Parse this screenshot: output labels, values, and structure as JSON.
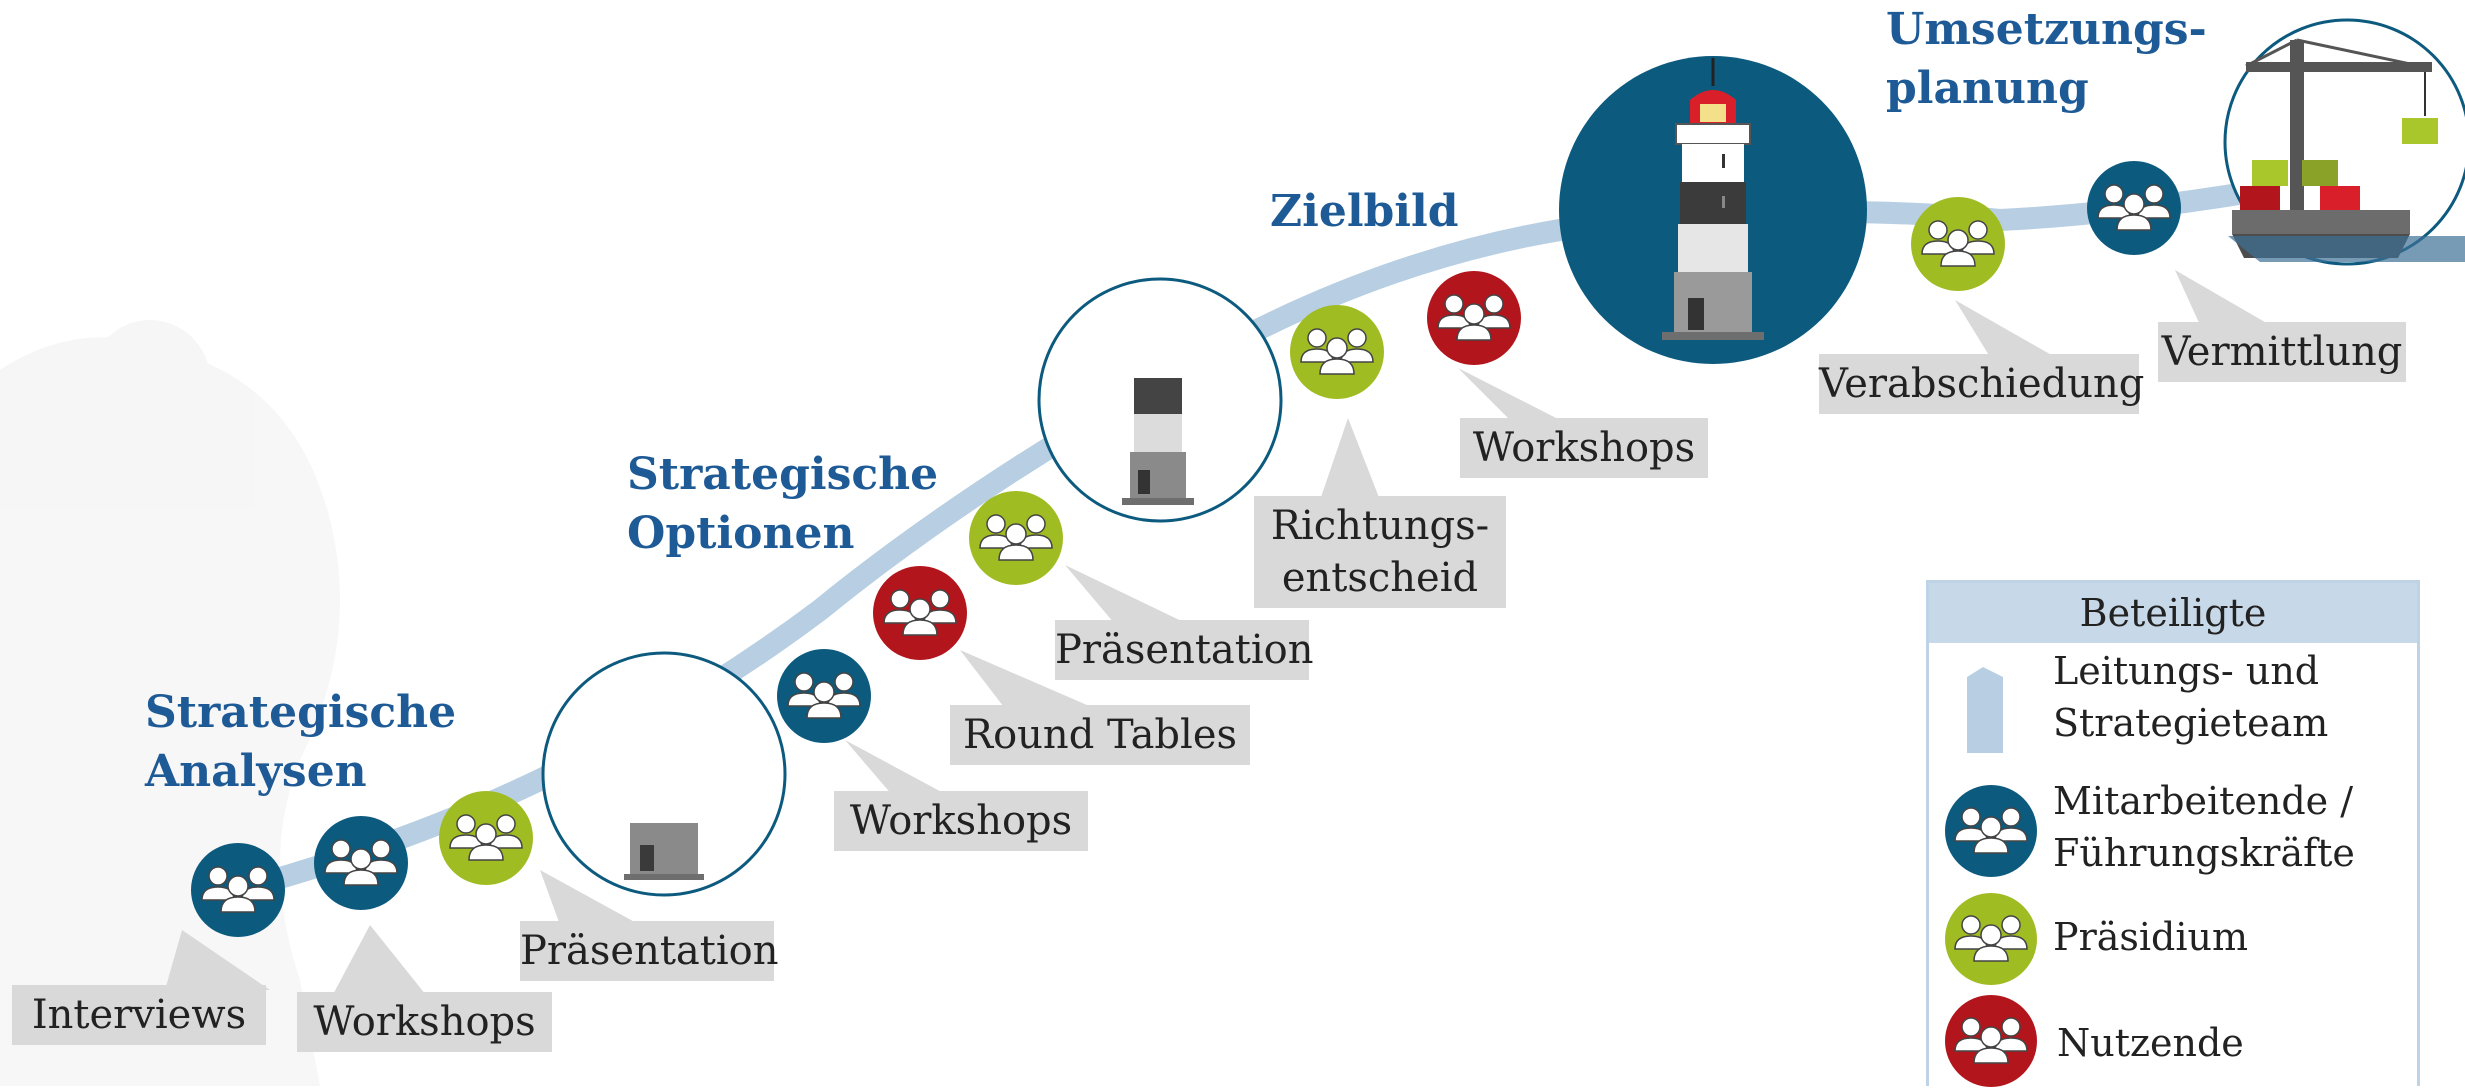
{
  "colors": {
    "path": "#b8cfe3",
    "mitarbeitende": "#0d5a7f",
    "praesidium": "#9fbd23",
    "nutzende": "#b2161c",
    "title": "#1e5a96",
    "callout": "#d9d9d9",
    "milestone_ring": "#0d5a7f"
  },
  "phases": [
    {
      "id": "analysen",
      "title": "Strategische\nAnalysen"
    },
    {
      "id": "optionen",
      "title": "Strategische\nOptionen"
    },
    {
      "id": "zielbild",
      "title": "Zielbild"
    },
    {
      "id": "umsetzung",
      "title": "Umsetzungs-\nplanung"
    }
  ],
  "steps": [
    {
      "id": "interviews",
      "label": "Interviews",
      "group": "mitarbeitende"
    },
    {
      "id": "workshops-1",
      "label": "Workshops",
      "group": "mitarbeitende"
    },
    {
      "id": "praesentation-1",
      "label": "Präsentation",
      "group": "praesidium"
    },
    {
      "id": "workshops-2",
      "label": "Workshops",
      "group": "mitarbeitende"
    },
    {
      "id": "round-tables",
      "label": "Round Tables",
      "group": "nutzende"
    },
    {
      "id": "praesentation-2",
      "label": "Präsentation",
      "group": "praesidium"
    },
    {
      "id": "richtungsentscheid",
      "label": "Richtungs-\nentscheid",
      "group": "praesidium"
    },
    {
      "id": "workshops-3",
      "label": "Workshops",
      "group": "nutzende"
    },
    {
      "id": "verabschiedung",
      "label": "Verabschiedung",
      "group": "praesidium"
    },
    {
      "id": "vermittlung",
      "label": "Vermittlung",
      "group": "mitarbeitende"
    }
  ],
  "milestones": [
    {
      "id": "foundation",
      "icon": "tower-foundation-icon"
    },
    {
      "id": "tower-half",
      "icon": "lighthouse-partial-icon"
    },
    {
      "id": "lighthouse",
      "icon": "lighthouse-icon"
    },
    {
      "id": "harbor",
      "icon": "harbor-crane-icon"
    }
  ],
  "legend": {
    "title": "Beteiligte",
    "items": [
      {
        "id": "leitung",
        "label": "Leitungs- und\nStrategieteam",
        "icon": "path-segment-icon"
      },
      {
        "id": "mitarbeitende",
        "label": "Mitarbeitende /\nFührungskräfte",
        "icon": "people-icon"
      },
      {
        "id": "praesidium",
        "label": "Präsidium",
        "icon": "people-icon"
      },
      {
        "id": "nutzende",
        "label": "Nutzende",
        "icon": "people-icon"
      }
    ]
  }
}
